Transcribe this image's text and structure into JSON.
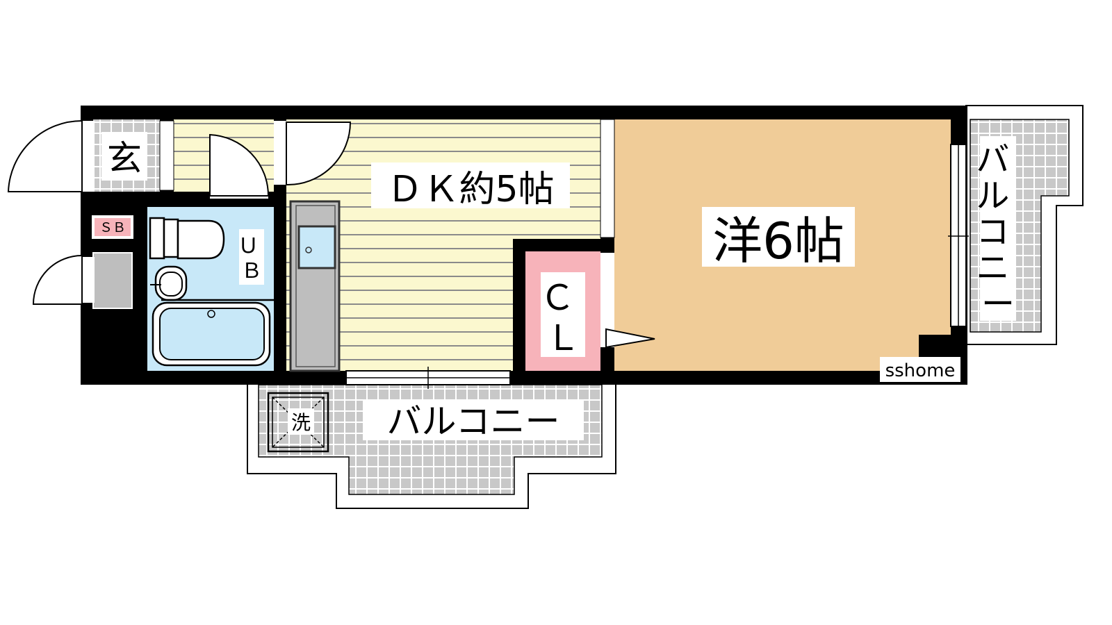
{
  "rooms": {
    "entrance": "玄",
    "shoe_box": "ＳＢ",
    "unit_bath": "ＵＢ",
    "dining_kitchen": "ＤＫ約5帖",
    "western_room": "洋6帖",
    "closet": "ＣＬ",
    "balcony_south": "バルコニー",
    "balcony_east": "バルコニー",
    "washer": "洗"
  },
  "watermark": "sshome",
  "colors": {
    "wall": "#000000",
    "western_floor": "#F0CC98",
    "dk_floor": "#FBF8CF",
    "dk_stripe": "#8A8A8A",
    "bath": "#C8E8F8",
    "closet": "#F7B3BA",
    "storage_grey": "#BEBEBE",
    "balcony_tile": "#C8C8C8"
  },
  "icons": [
    "door-swing-icon",
    "toilet-icon",
    "washbasin-icon",
    "bathtub-icon",
    "sink-icon",
    "washer-pan-icon",
    "sliding-window-icon"
  ]
}
